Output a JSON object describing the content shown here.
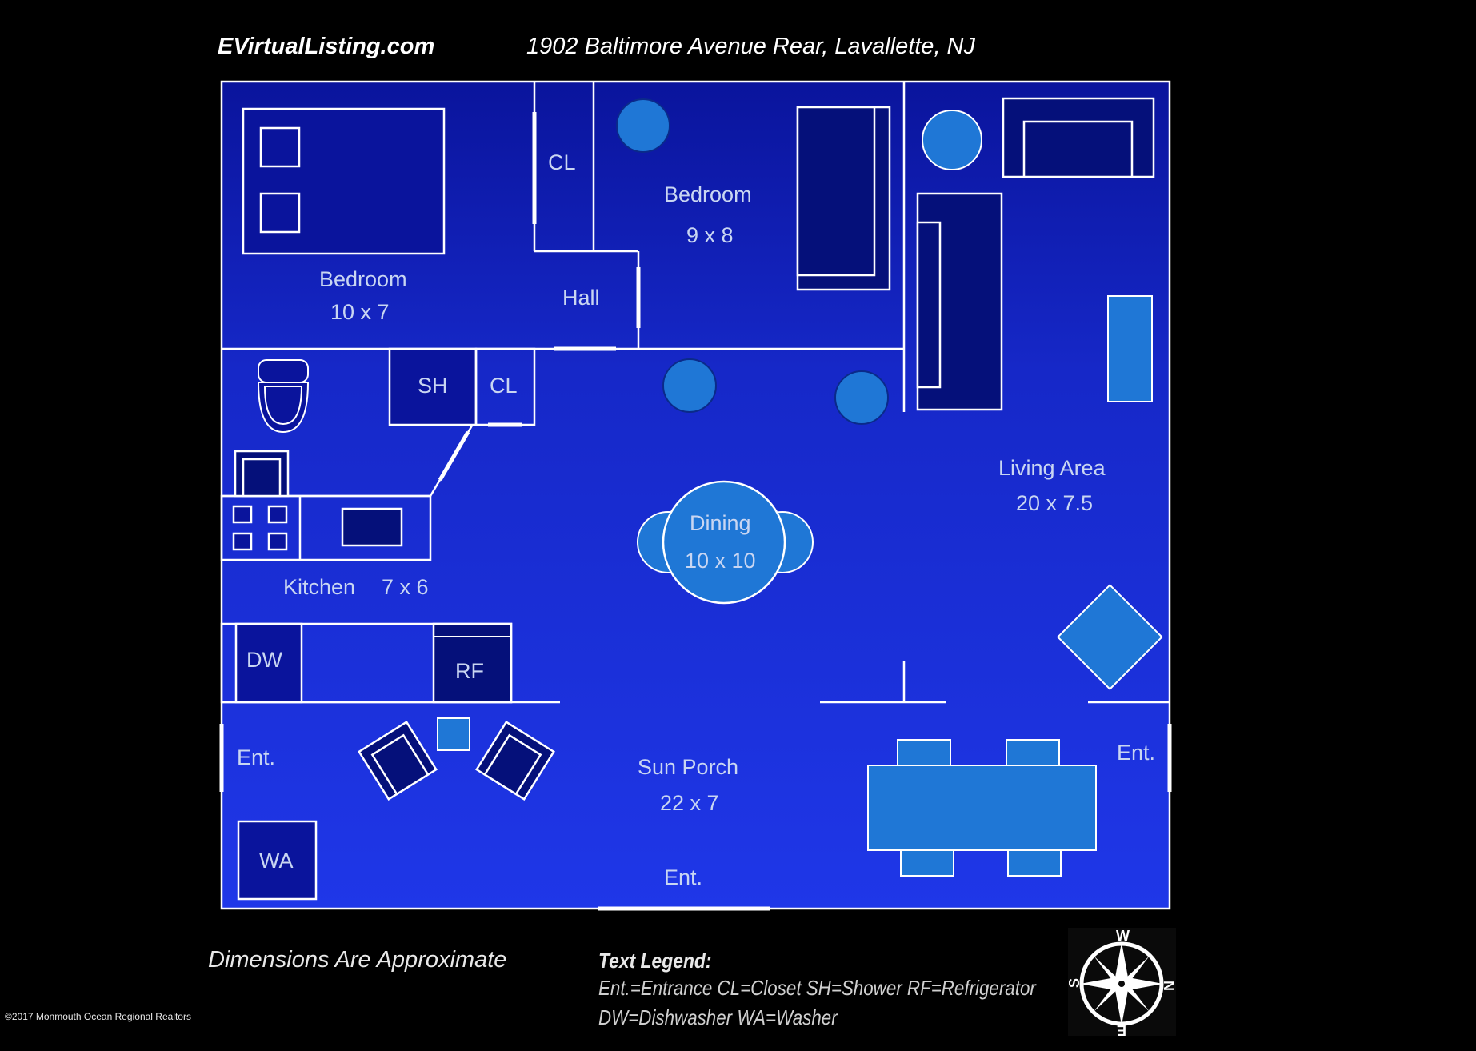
{
  "header": {
    "brand": "EVirtualListing.com",
    "address": "1902 Baltimore Avenue Rear, Lavallette, NJ"
  },
  "rooms": {
    "bedroom1": {
      "name": "Bedroom",
      "size": "10 x 7"
    },
    "bedroom2": {
      "name": "Bedroom",
      "size": "9 x 8"
    },
    "closet_top": "CL",
    "hall": "Hall",
    "shower": "SH",
    "closet_bath": "CL",
    "kitchen": {
      "name": "Kitchen",
      "size": "7 x 6"
    },
    "dining": {
      "name": "Dining",
      "size": "10 x 10"
    },
    "living": {
      "name": "Living Area",
      "size": "20 x 7.5"
    },
    "dishwasher": "DW",
    "refrigerator": "RF",
    "sun_porch": {
      "name": "Sun Porch",
      "size": "22 x 7"
    },
    "washer": "WA",
    "entrance_left": "Ent.",
    "entrance_right": "Ent.",
    "entrance_bottom": "Ent."
  },
  "footer": {
    "note": "Dimensions Are Approximate",
    "legend_title": "Text Legend:",
    "legend_line1": "Ent.=Entrance CL=Closet SH=Shower  RF=Refrigerator",
    "legend_line2": "DW=Dishwasher  WA=Washer",
    "copyright": "©2017 Monmouth Ocean Regional Realtors"
  },
  "compass": {
    "n": "N",
    "e": "E",
    "s": "S",
    "w": "W"
  },
  "colors": {
    "background": "#000000",
    "floor_light": "#1d33d9",
    "floor_dark": "#0a149c",
    "furniture_dark": "#05107a",
    "furniture_light": "#1f77d6",
    "walls": "#ffffff"
  }
}
